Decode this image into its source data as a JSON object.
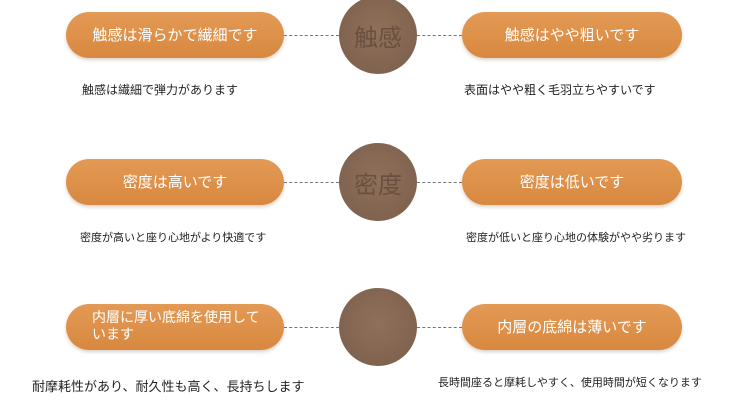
{
  "rows": [
    {
      "center": "触感",
      "left_label": "触感は滑らかで繊細です",
      "right_label": "触感はやや粗いです",
      "left_desc": "触感は繊細で弾力があります",
      "right_desc": "表面はやや粗く毛羽立ちやすいです"
    },
    {
      "center": "密度",
      "left_label": "密度は高いです",
      "right_label": "密度は低いです",
      "left_desc": "密度が高いと座り心地がより快適です",
      "right_desc": "密度が低いと座り心地の体験がやや劣ります"
    },
    {
      "center": "",
      "left_label": "内層に厚い底綿を使用しています",
      "right_label": "内層の底綿は薄いです",
      "left_desc": "耐摩耗性があり、耐久性も高く、長持ちします",
      "right_desc": "長時間座ると摩耗しやすく、使用時間が短くなります"
    }
  ],
  "colors": {
    "pill": "#de9049",
    "circle": "#84664f"
  }
}
